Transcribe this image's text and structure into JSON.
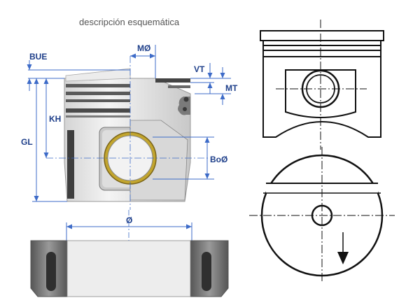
{
  "caption": "descripción esquemática",
  "labels": {
    "bue": "BUE",
    "m_dia": "MØ",
    "vt": "VT",
    "mt": "MT",
    "kh": "KH",
    "gl": "GL",
    "bo_dia": "BoØ",
    "dia": "Ø"
  },
  "colors": {
    "dimension_line": "#3d6bc8",
    "label": "#1e3f8a",
    "body_light": "#e6e6e6",
    "body_dark": "#4a4a4a",
    "pin_ring": "#c2a52e",
    "drawing_line": "#111111"
  }
}
